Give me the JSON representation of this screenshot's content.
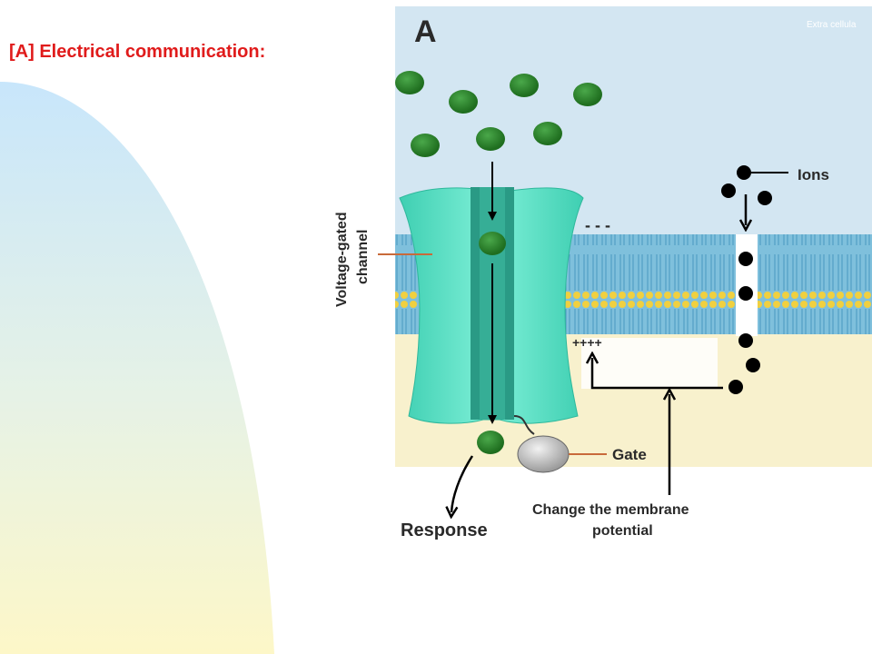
{
  "slide": {
    "title": "[A] Electrical communication:"
  },
  "figure": {
    "panel_letter": "A",
    "corner_text": "Extra cellula",
    "labels": {
      "voltage_gated_line1": "Voltage-gated",
      "voltage_gated_line2": "channel",
      "ions": "Ions",
      "gate": "Gate",
      "response": "Response",
      "change_line1": "Change the membrane",
      "change_line2": "potential",
      "minus_signs": "- - -",
      "plus_signs": "++++"
    },
    "colors": {
      "title_red": "#e01b1b",
      "extracellular_blue": "#d3e6f2",
      "intracellular_yellow": "#f8f1cd",
      "membrane_blue": "#6cb4d6",
      "lipid_head_yellow": "#f0d040",
      "channel_teal": "#4fdcc0",
      "channel_pore": "#2a9a85",
      "ligand_green": "#2e8b2e",
      "ion_black": "#000000"
    }
  }
}
